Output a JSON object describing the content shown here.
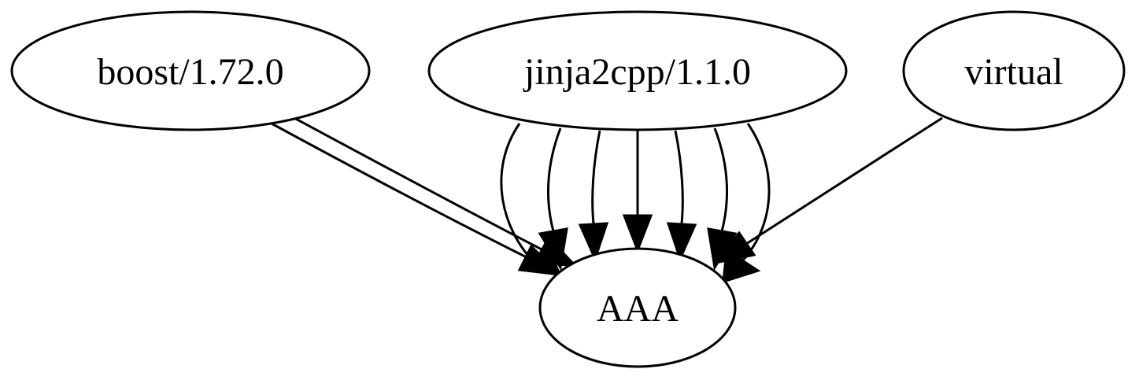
{
  "graph": {
    "type": "directed-graph",
    "nodes": [
      {
        "id": "boost",
        "label": "boost/1.72.0"
      },
      {
        "id": "jinja2cpp",
        "label": "jinja2cpp/1.1.0"
      },
      {
        "id": "virtual",
        "label": "virtual"
      },
      {
        "id": "aaa",
        "label": "AAA"
      }
    ],
    "edges": [
      {
        "from": "boost",
        "to": "aaa"
      },
      {
        "from": "boost",
        "to": "aaa"
      },
      {
        "from": "jinja2cpp",
        "to": "aaa"
      },
      {
        "from": "jinja2cpp",
        "to": "aaa"
      },
      {
        "from": "jinja2cpp",
        "to": "aaa"
      },
      {
        "from": "jinja2cpp",
        "to": "aaa"
      },
      {
        "from": "jinja2cpp",
        "to": "aaa"
      },
      {
        "from": "jinja2cpp",
        "to": "aaa"
      },
      {
        "from": "jinja2cpp",
        "to": "aaa"
      },
      {
        "from": "virtual",
        "to": "aaa"
      }
    ]
  }
}
